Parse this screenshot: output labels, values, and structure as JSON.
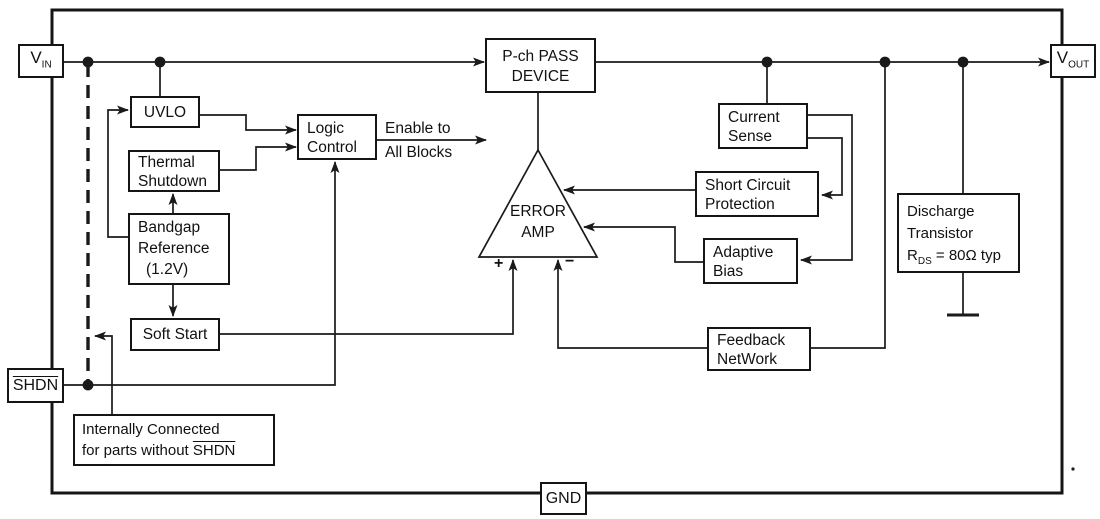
{
  "pins": {
    "vin": {
      "main": "V",
      "sub": "IN"
    },
    "vout": {
      "main": "V",
      "sub": "OUT"
    },
    "shdn": "SHDN",
    "gnd": "GND"
  },
  "blocks": {
    "uvlo": {
      "lines": [
        "UVLO"
      ]
    },
    "thermal": {
      "lines": [
        "Thermal",
        "Shutdown"
      ]
    },
    "bandgap": {
      "lines": [
        "Bandgap",
        "Reference",
        "(1.2V)"
      ]
    },
    "logic": {
      "lines": [
        "Logic",
        "Control"
      ]
    },
    "softstart": {
      "lines": [
        "Soft Start"
      ]
    },
    "pass": {
      "lines": [
        "P-ch PASS",
        "DEVICE"
      ]
    },
    "current": {
      "lines": [
        "Current",
        "Sense"
      ]
    },
    "scp": {
      "lines": [
        "Short Circuit",
        "Protection"
      ]
    },
    "adaptive": {
      "lines": [
        "Adaptive",
        "Bias"
      ]
    },
    "feedback": {
      "lines": [
        "Feedback",
        "NetWork"
      ]
    },
    "discharge": {
      "line1": "Discharge",
      "line2": "Transistor",
      "r": "R",
      "r_sub": "DS",
      "r_rest": " = 80Ω typ"
    },
    "error_amp": {
      "lines": [
        "ERROR",
        "AMP"
      ]
    }
  },
  "labels": {
    "enable_line1": "Enable to",
    "enable_line2": "All Blocks",
    "plus": "+",
    "minus": "−",
    "note_line1": "Internally Connected",
    "note_line2_prefix": "for parts without ",
    "note_shdn": "SHDN"
  },
  "colors": {
    "line": "#1a1a1a",
    "background": "#ffffff"
  }
}
